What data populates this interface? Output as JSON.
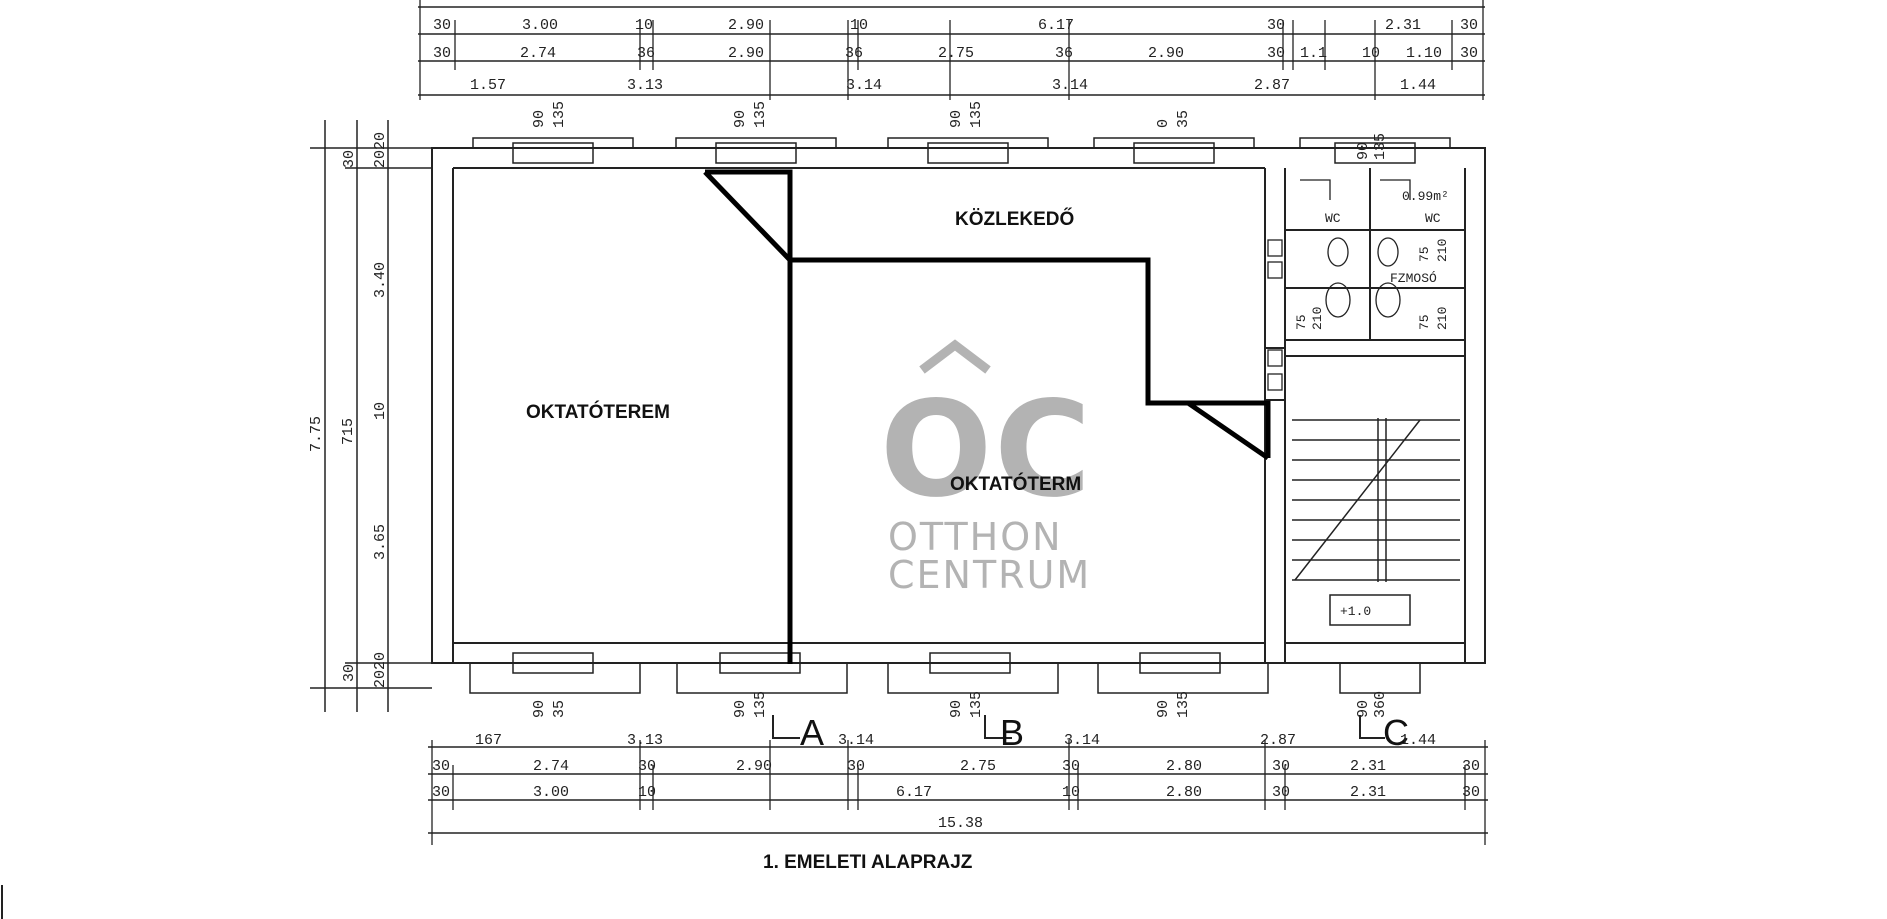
{
  "colors": {
    "line": "#222222",
    "highlight": "#000000",
    "logo": "#b3b3b3"
  },
  "rooms": {
    "left": "OKTATÓTEREM",
    "right": "OKTATÓTERM",
    "corridor": "KÖZLEKEDŐ"
  },
  "caption": "1. EMELETI ALAPRAJZ",
  "logo": {
    "mark": "OC",
    "line1": "OTTHON",
    "line2": "CENTRUM"
  },
  "top_dims": {
    "row1": [
      "30",
      "3.00",
      "10",
      "2.90",
      "10",
      "6.17",
      "30",
      "2.31",
      "30"
    ],
    "row2": [
      "30",
      "2.74",
      "36",
      "2.90",
      "36",
      "2.75",
      "36",
      "2.90",
      "30",
      "1.1",
      "10",
      "1.10",
      "30"
    ],
    "row3": [
      "1.57",
      "3.13",
      "3.14",
      "3.14",
      "2.87",
      "1.44"
    ]
  },
  "bottom_dims": {
    "row1": [
      "167",
      "3.13",
      "3.14",
      "3.14",
      "2.87",
      "1.44"
    ],
    "row2": [
      "30",
      "2.74",
      "30",
      "2.90",
      "30",
      "2.75",
      "30",
      "2.80",
      "30",
      "2.31",
      "30"
    ],
    "row3": [
      "30",
      "3.00",
      "10",
      "6.17",
      "10",
      "2.80",
      "30",
      "2.31",
      "30"
    ],
    "total": "15.38"
  },
  "left_dims": {
    "overall": "7.75",
    "inner": "715",
    "upper": "3.40",
    "lower": "3.65",
    "mid": "10",
    "top_a": "30",
    "top_b": "20",
    "top_c": "20",
    "bot_a": "30",
    "bot_b": "20",
    "bot_c": "20"
  },
  "window_dims": {
    "a": "90",
    "b": "135",
    "c": "0",
    "d": "35",
    "e": "360"
  },
  "wc": {
    "area": "0.99m²",
    "wc1": "WC",
    "wc2": "WC",
    "label": "FZMOSÓ",
    "nums": [
      "75",
      "210",
      "75",
      "210",
      "210",
      "75"
    ]
  },
  "stair": {
    "level": "+1.0"
  },
  "sections": [
    "A",
    "B",
    "C"
  ]
}
